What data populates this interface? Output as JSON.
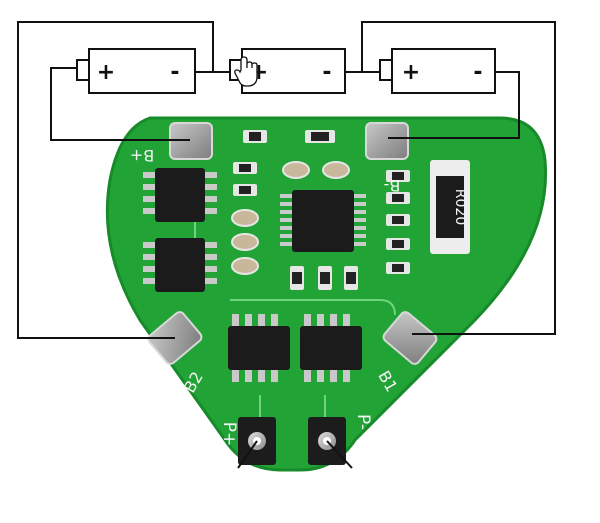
{
  "batteries": [
    {
      "plus": "+",
      "minus": "-"
    },
    {
      "plus": "+",
      "minus": "-"
    },
    {
      "plus": "+",
      "minus": "-"
    }
  ],
  "board": {
    "silk": {
      "b_plus": "B+",
      "b_minus": "B-",
      "b2": "B2",
      "b1": "B1",
      "p_plus": "P+",
      "p_minus": "P-",
      "resistor": "R020"
    },
    "colors": {
      "pcb": "#21a336",
      "pcb_edge": "#178a2a",
      "silkscreen": "#f2f2f2",
      "pad": "#9a9a9a",
      "ic": "#1b1b1b",
      "wire": "#111111"
    }
  }
}
